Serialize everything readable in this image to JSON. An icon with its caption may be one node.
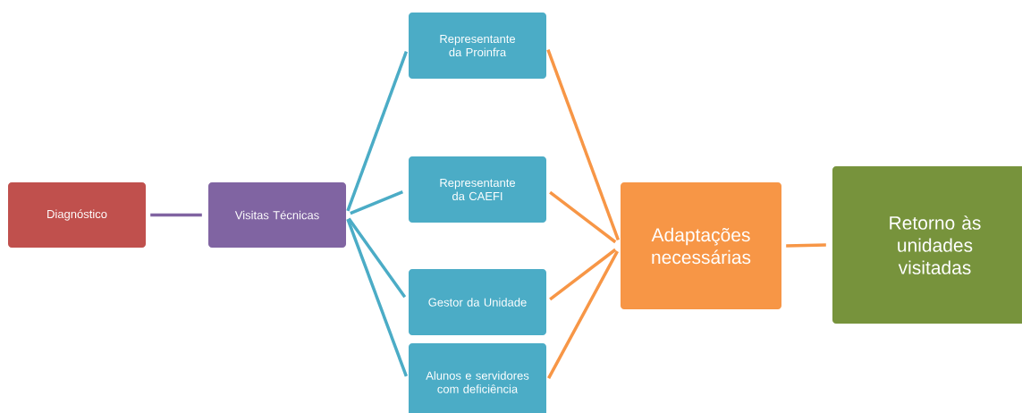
{
  "diagram": {
    "nodes": [
      {
        "text": [
          "Diagnóstico"
        ]
      },
      {
        "text": [
          "Visitas Técnicas"
        ]
      },
      {
        "text": [
          "Representante da Proinfra"
        ]
      },
      {
        "text": [
          "Representante da CAEFI"
        ]
      },
      {
        "text": [
          "Gestor da Unidade"
        ]
      },
      {
        "text": [
          "Alunos e servidores com deficiência"
        ]
      },
      {
        "text": [
          "Adaptações necessárias"
        ]
      },
      {
        "text": [
          "Retorno às unidades visitadas"
        ]
      }
    ],
    "edges": [
      {
        "from": 0,
        "to": 1,
        "arrow": "none",
        "color": "#8064a2"
      },
      {
        "from": 1,
        "to": 2,
        "arrow": "none",
        "color": "#4bacc6"
      },
      {
        "from": 1,
        "to": 3,
        "arrow": "none",
        "color": "#4bacc6"
      },
      {
        "from": 1,
        "to": 4,
        "arrow": "none",
        "color": "#4bacc6"
      },
      {
        "from": 1,
        "to": 5,
        "arrow": "none",
        "color": "#4bacc6"
      },
      {
        "from": 2,
        "to": 6,
        "arrow": "none"
      },
      {
        "from": 3,
        "to": 6,
        "arrow": "none"
      },
      {
        "from": 4,
        "to": 6,
        "arrow": "none"
      },
      {
        "from": 5,
        "to": 6,
        "arrow": "none"
      },
      {
        "from": 6,
        "to": 7,
        "arrow": "none"
      }
    ]
  }
}
